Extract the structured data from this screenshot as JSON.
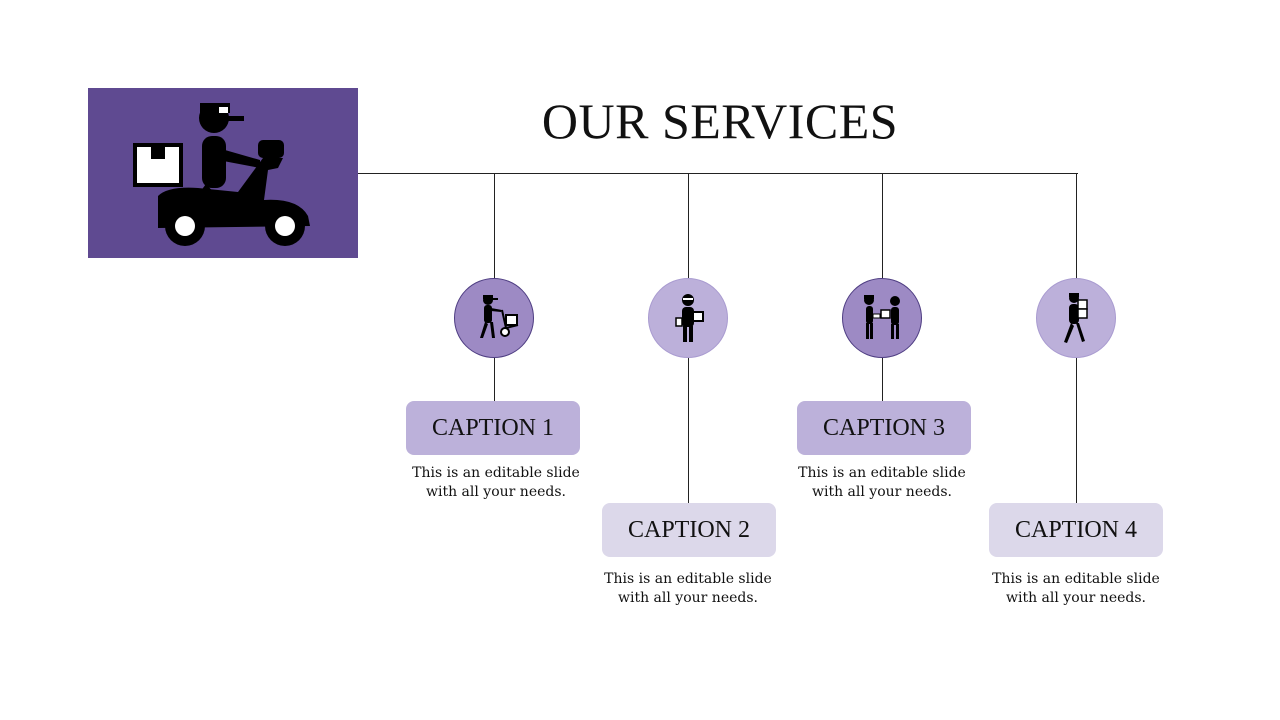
{
  "title": "OUR SERVICES",
  "services": [
    {
      "caption": "CAPTION 1",
      "description": "This is an editable slide with all your needs.",
      "icon": "hand-truck-delivery-icon"
    },
    {
      "caption": "CAPTION 2",
      "description": "This is an editable slide with all your needs.",
      "icon": "courier-with-package-icon"
    },
    {
      "caption": "CAPTION 3",
      "description": "This is an editable slide with all your needs.",
      "icon": "package-handover-icon"
    },
    {
      "caption": "CAPTION 4",
      "description": "This is an editable slide with all your needs.",
      "icon": "carrying-boxes-icon"
    }
  ],
  "hero_icon": "scooter-delivery-icon",
  "colors": {
    "hero": "#5f4a91",
    "circle_dark": "#9d8ac4",
    "circle_light": "#bcb0da",
    "caption_mid": "#bcb1da",
    "caption_pale": "#dcd8ea"
  }
}
